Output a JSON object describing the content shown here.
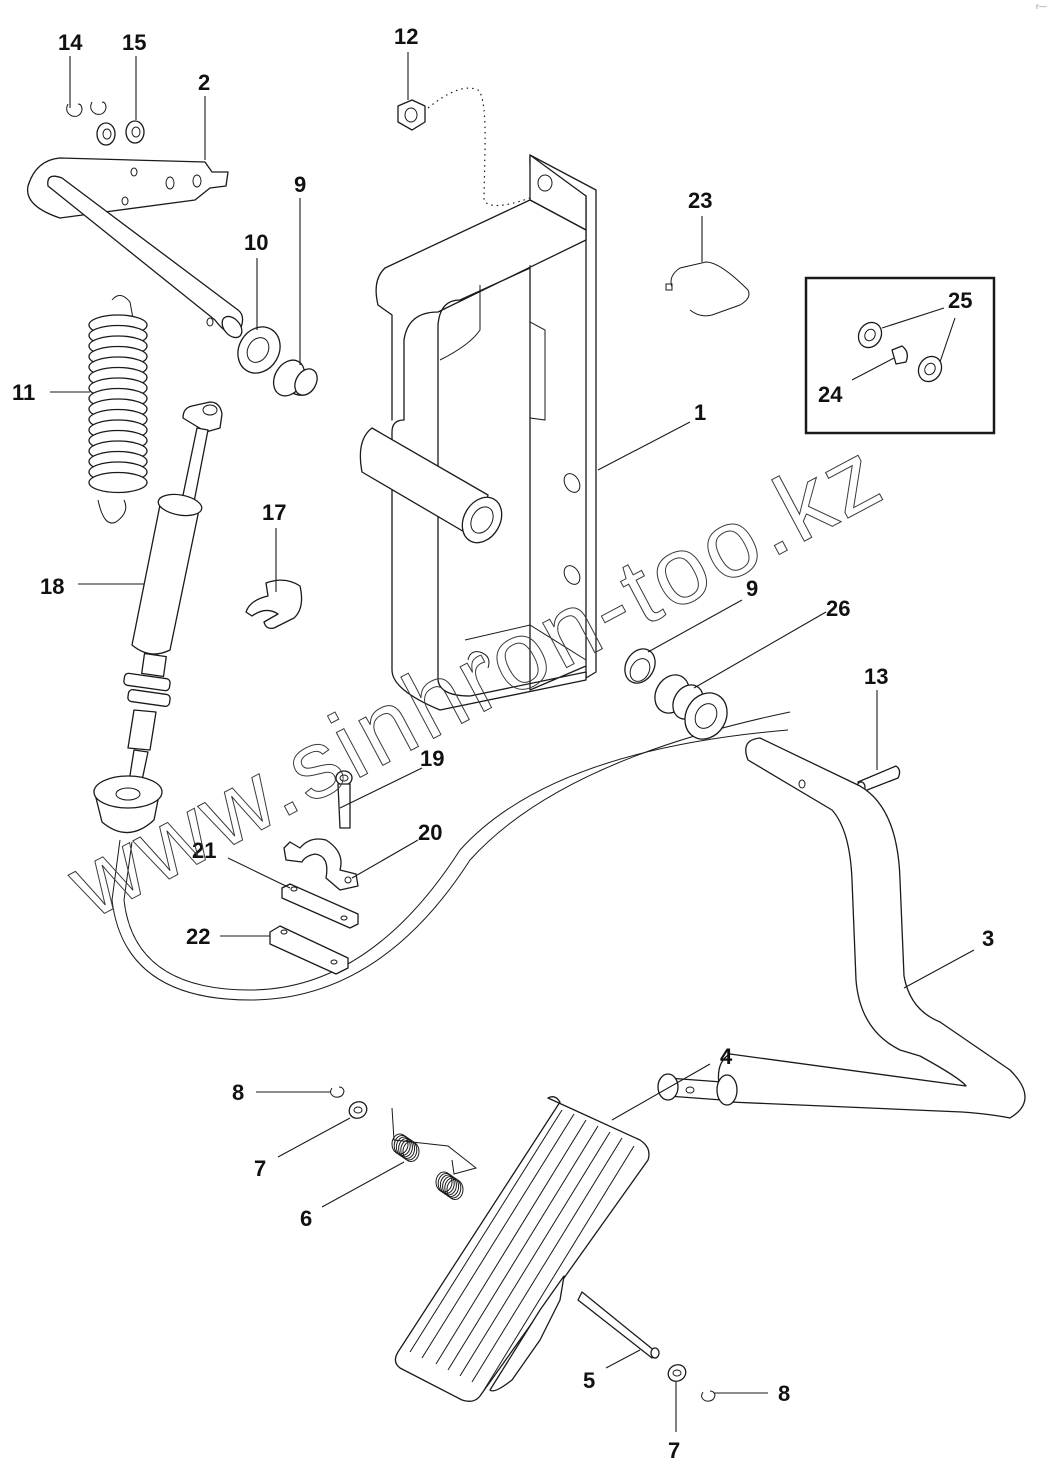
{
  "diagram": {
    "title": "Accelerator pedal assembly — exploded view",
    "watermark": "www.sinhron-too.kz",
    "corner_mark": "r—",
    "parts": [
      {
        "id": "1",
        "name": "pedal-bracket"
      },
      {
        "id": "2",
        "name": "lever-arm"
      },
      {
        "id": "3",
        "name": "pedal-shaft"
      },
      {
        "id": "4",
        "name": "pedal-pad"
      },
      {
        "id": "5",
        "name": "pivot-pin"
      },
      {
        "id": "6",
        "name": "torsion-spring"
      },
      {
        "id": "7",
        "name": "washer"
      },
      {
        "id": "8",
        "name": "e-clip"
      },
      {
        "id": "9",
        "name": "flanged-bushing"
      },
      {
        "id": "10",
        "name": "spacer-washer"
      },
      {
        "id": "11",
        "name": "return-spring"
      },
      {
        "id": "12",
        "name": "flange-nut"
      },
      {
        "id": "13",
        "name": "roll-pin"
      },
      {
        "id": "14",
        "name": "e-clip-small"
      },
      {
        "id": "15",
        "name": "washer-small"
      },
      {
        "id": "17",
        "name": "cable-clip"
      },
      {
        "id": "18",
        "name": "throttle-cable"
      },
      {
        "id": "19",
        "name": "cap-screw"
      },
      {
        "id": "20",
        "name": "cable-clamp"
      },
      {
        "id": "21",
        "name": "clamp-plate"
      },
      {
        "id": "22",
        "name": "backing-plate"
      },
      {
        "id": "23",
        "name": "wire-retainer"
      },
      {
        "id": "24",
        "name": "bushing-small"
      },
      {
        "id": "25",
        "name": "washer-pair"
      },
      {
        "id": "26",
        "name": "bushing-stack"
      }
    ],
    "callouts": {
      "c14": "14",
      "c15": "15",
      "c2": "2",
      "c12": "12",
      "c9a": "9",
      "c10": "10",
      "c23": "23",
      "c25": "25",
      "c24": "24",
      "c11": "11",
      "c1": "1",
      "c17": "17",
      "c18": "18",
      "c9b": "9",
      "c26": "26",
      "c13": "13",
      "c19": "19",
      "c20": "20",
      "c21": "21",
      "c22": "22",
      "c3": "3",
      "c4": "4",
      "c8a": "8",
      "c7a": "7",
      "c6": "6",
      "c5": "5",
      "c7b": "7",
      "c8b": "8"
    }
  }
}
